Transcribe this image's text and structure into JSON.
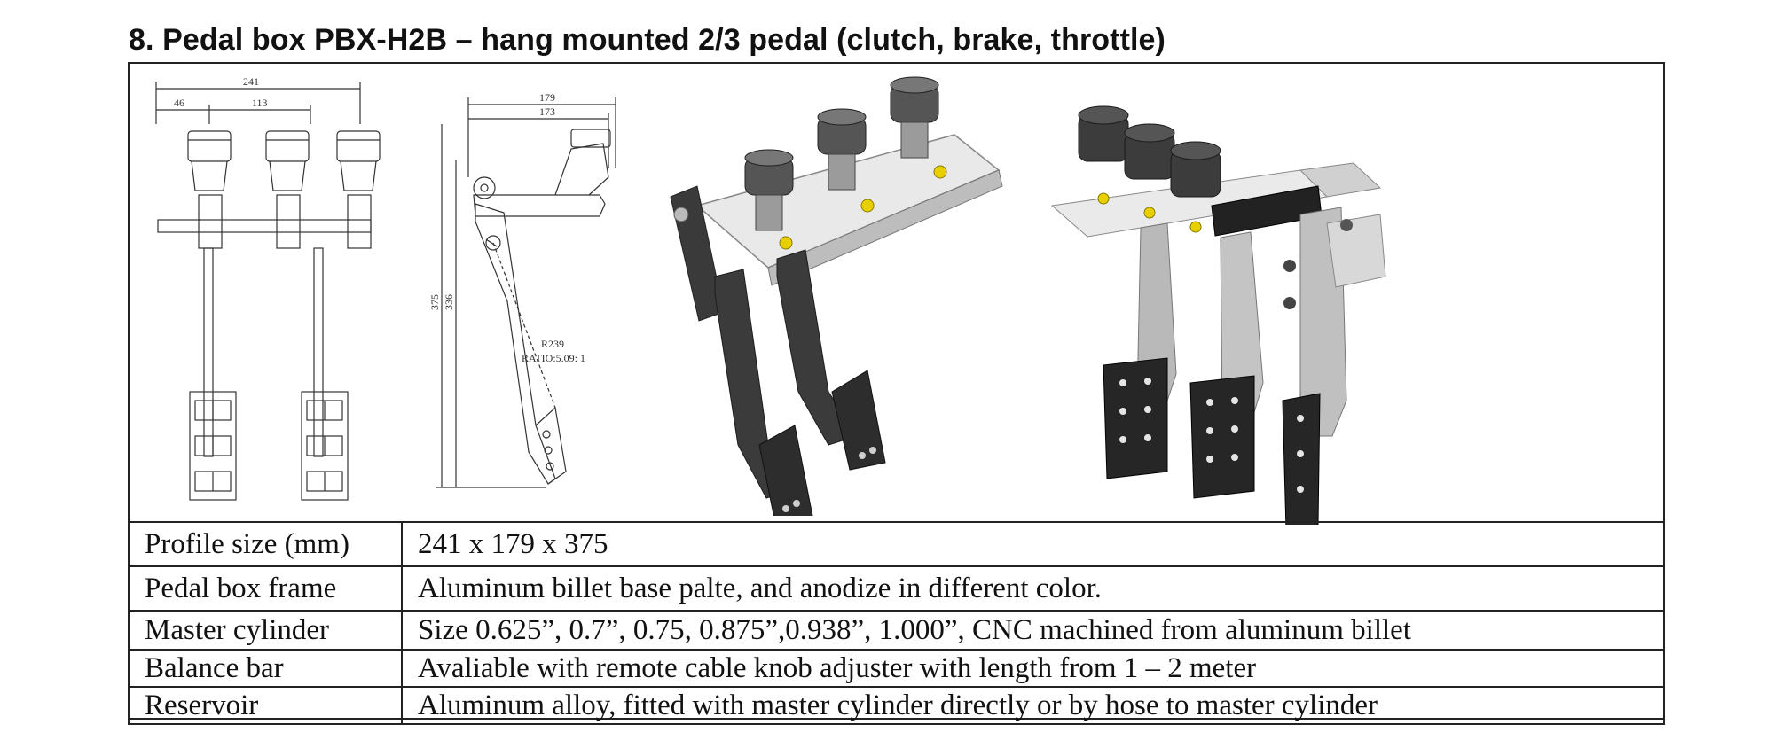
{
  "heading": "8. Pedal box PBX-H2B – hang mounted 2/3 pedal (clutch, brake, throttle)",
  "drawing": {
    "front_dims": [
      "241",
      "46",
      "113"
    ],
    "side_dims": [
      "179",
      "173",
      "375",
      "336"
    ],
    "radius_label": "R239",
    "ratio_label": "RATIO:5.09: 1"
  },
  "specs": [
    {
      "label": "Profile size (mm)",
      "value": "241 x 179 x 375"
    },
    {
      "label": "Pedal box frame",
      "value": "Aluminum billet base palte, and anodize in different color."
    },
    {
      "label": "Master cylinder",
      "value": "Size 0.625”, 0.7”, 0.75, 0.875”,0.938”, 1.000”, CNC machined from aluminum billet"
    },
    {
      "label": "Balance bar",
      "value": "Avaliable with remote cable knob adjuster with length from 1 – 2 meter"
    },
    {
      "label": "Reservoir",
      "value": "Aluminum alloy, fitted with master cylinder directly or by hose to master cylinder"
    }
  ]
}
